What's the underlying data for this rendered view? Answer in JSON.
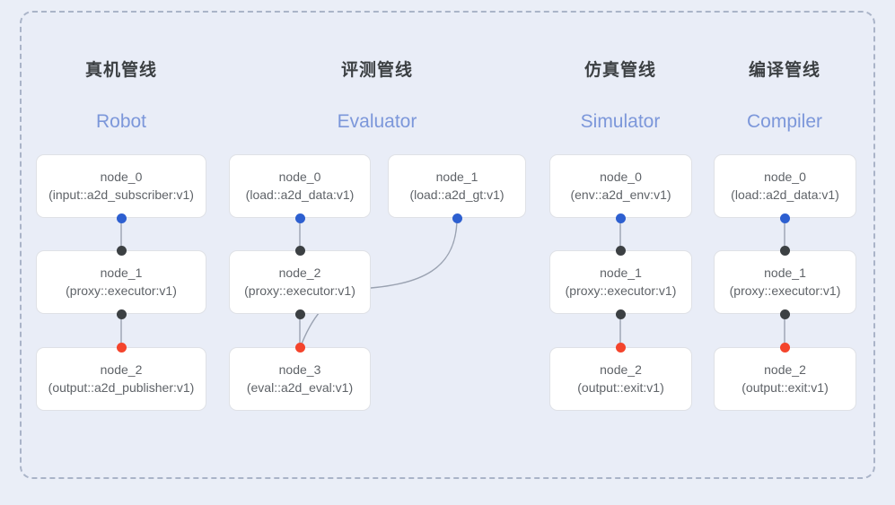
{
  "diagram": {
    "frame": {
      "style": "dashed-rounded-container",
      "border_color": "#aab4c8",
      "background": "#e9edf7"
    },
    "port_colors": {
      "input": "#2d5fd0",
      "intermediate": "#3c4043",
      "output": "#f4442c"
    },
    "columns": [
      {
        "key": "robot",
        "title_cn": "真机管线",
        "title_en": "Robot",
        "title_color": "#7c97da",
        "nodes": [
          {
            "id": "node_0",
            "type": "(input::a2d_subscriber:v1)"
          },
          {
            "id": "node_1",
            "type": "(proxy::executor:v1)"
          },
          {
            "id": "node_2",
            "type": "(output::a2d_publisher:v1)"
          }
        ]
      },
      {
        "key": "evaluator",
        "title_cn": "评测管线",
        "title_en": "Evaluator",
        "title_color": "#7c97da",
        "nodes": [
          {
            "id": "node_0",
            "type": "(load::a2d_data:v1)"
          },
          {
            "id": "node_2",
            "type": "(proxy::executor:v1)"
          },
          {
            "id": "node_3",
            "type": "(eval::a2d_eval:v1)"
          }
        ],
        "side_nodes": [
          {
            "id": "node_1",
            "type": "(load::a2d_gt:v1)"
          }
        ]
      },
      {
        "key": "simulator",
        "title_cn": "仿真管线",
        "title_en": "Simulator",
        "title_color": "#7c97da",
        "nodes": [
          {
            "id": "node_0",
            "type": "(env::a2d_env:v1)"
          },
          {
            "id": "node_1",
            "type": "(proxy::executor:v1)"
          },
          {
            "id": "node_2",
            "type": "(output::exit:v1)"
          }
        ]
      },
      {
        "key": "compiler",
        "title_cn": "编译管线",
        "title_en": "Compiler",
        "title_color": "#7c97da",
        "nodes": [
          {
            "id": "node_0",
            "type": "(load::a2d_data:v1)"
          },
          {
            "id": "node_1",
            "type": "(proxy::executor:v1)"
          },
          {
            "id": "node_2",
            "type": "(output::exit:v1)"
          }
        ]
      }
    ]
  }
}
